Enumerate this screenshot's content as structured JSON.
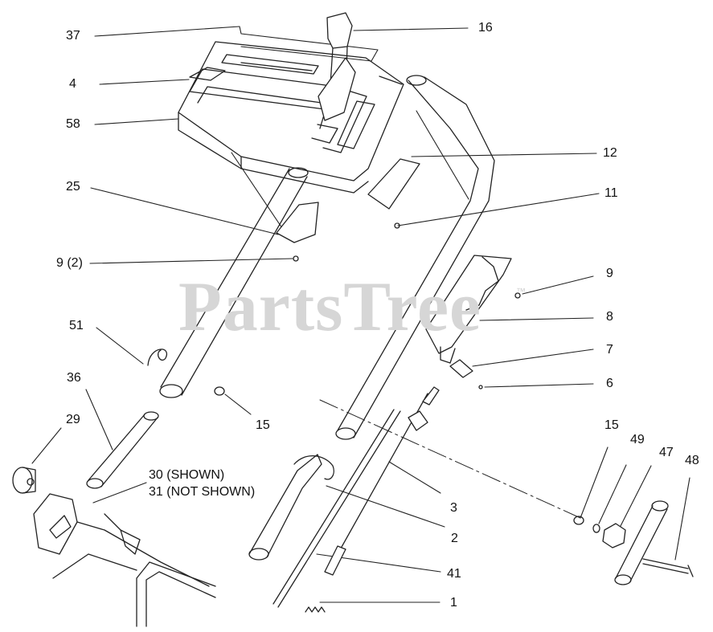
{
  "watermark": {
    "text": "PartsTree",
    "mark": "™"
  },
  "callouts": [
    {
      "id": "c37",
      "label": "37"
    },
    {
      "id": "c4",
      "label": "4"
    },
    {
      "id": "c58",
      "label": "58"
    },
    {
      "id": "c16",
      "label": "16"
    },
    {
      "id": "c12",
      "label": "12"
    },
    {
      "id": "c25",
      "label": "25"
    },
    {
      "id": "c11",
      "label": "11"
    },
    {
      "id": "c9-2",
      "label": "9 (2)"
    },
    {
      "id": "c9",
      "label": "9"
    },
    {
      "id": "c8",
      "label": "8"
    },
    {
      "id": "c51",
      "label": "51"
    },
    {
      "id": "c7",
      "label": "7"
    },
    {
      "id": "c6",
      "label": "6"
    },
    {
      "id": "c36",
      "label": "36"
    },
    {
      "id": "c15a",
      "label": "15"
    },
    {
      "id": "c29",
      "label": "29"
    },
    {
      "id": "c15b",
      "label": "15"
    },
    {
      "id": "c49",
      "label": "49"
    },
    {
      "id": "c47",
      "label": "47"
    },
    {
      "id": "c48",
      "label": "48"
    },
    {
      "id": "c30",
      "label": "30 (SHOWN)"
    },
    {
      "id": "c31",
      "label": "31 (NOT SHOWN)"
    },
    {
      "id": "c3",
      "label": "3"
    },
    {
      "id": "c2",
      "label": "2"
    },
    {
      "id": "c41",
      "label": "41"
    },
    {
      "id": "c1",
      "label": "1"
    }
  ]
}
